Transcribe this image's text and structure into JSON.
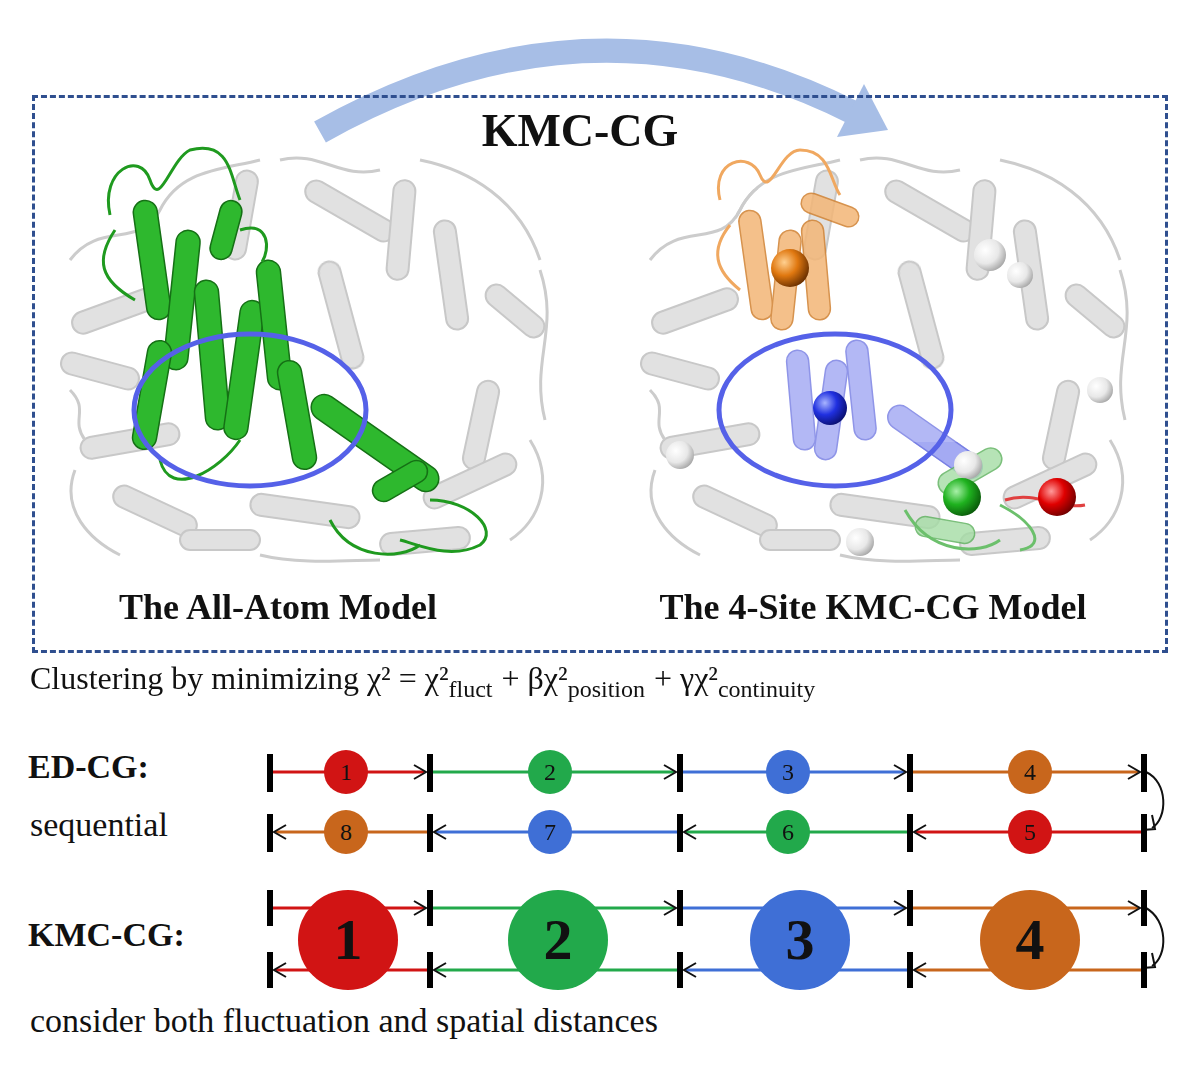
{
  "diagram": {
    "title": "KMC-CG",
    "nodes": [
      {
        "text": [
          "The All-Atom Model",
          "The 4-Site KMC-CG Model"
        ]
      },
      {
        "text": [
          "1"
        ]
      },
      {
        "text": [
          "2"
        ]
      },
      {
        "text": [
          "3"
        ]
      },
      {
        "text": [
          "4"
        ]
      },
      {
        "text": [
          "8"
        ]
      },
      {
        "text": [
          "7"
        ]
      },
      {
        "text": [
          "6"
        ]
      },
      {
        "text": [
          "5"
        ]
      },
      {
        "text": [
          "1"
        ]
      },
      {
        "text": [
          "2"
        ]
      },
      {
        "text": [
          "3"
        ]
      },
      {
        "text": [
          "4"
        ]
      }
    ],
    "labels": [
      "Clustering by minimizing χ² = χ²",
      "fluct",
      "+ βχ²",
      "position",
      "+ γχ²",
      "continuity",
      "ED-CG:",
      "sequential",
      "KMC-CG:",
      "consider both fluctuation and spatial distances"
    ]
  }
}
